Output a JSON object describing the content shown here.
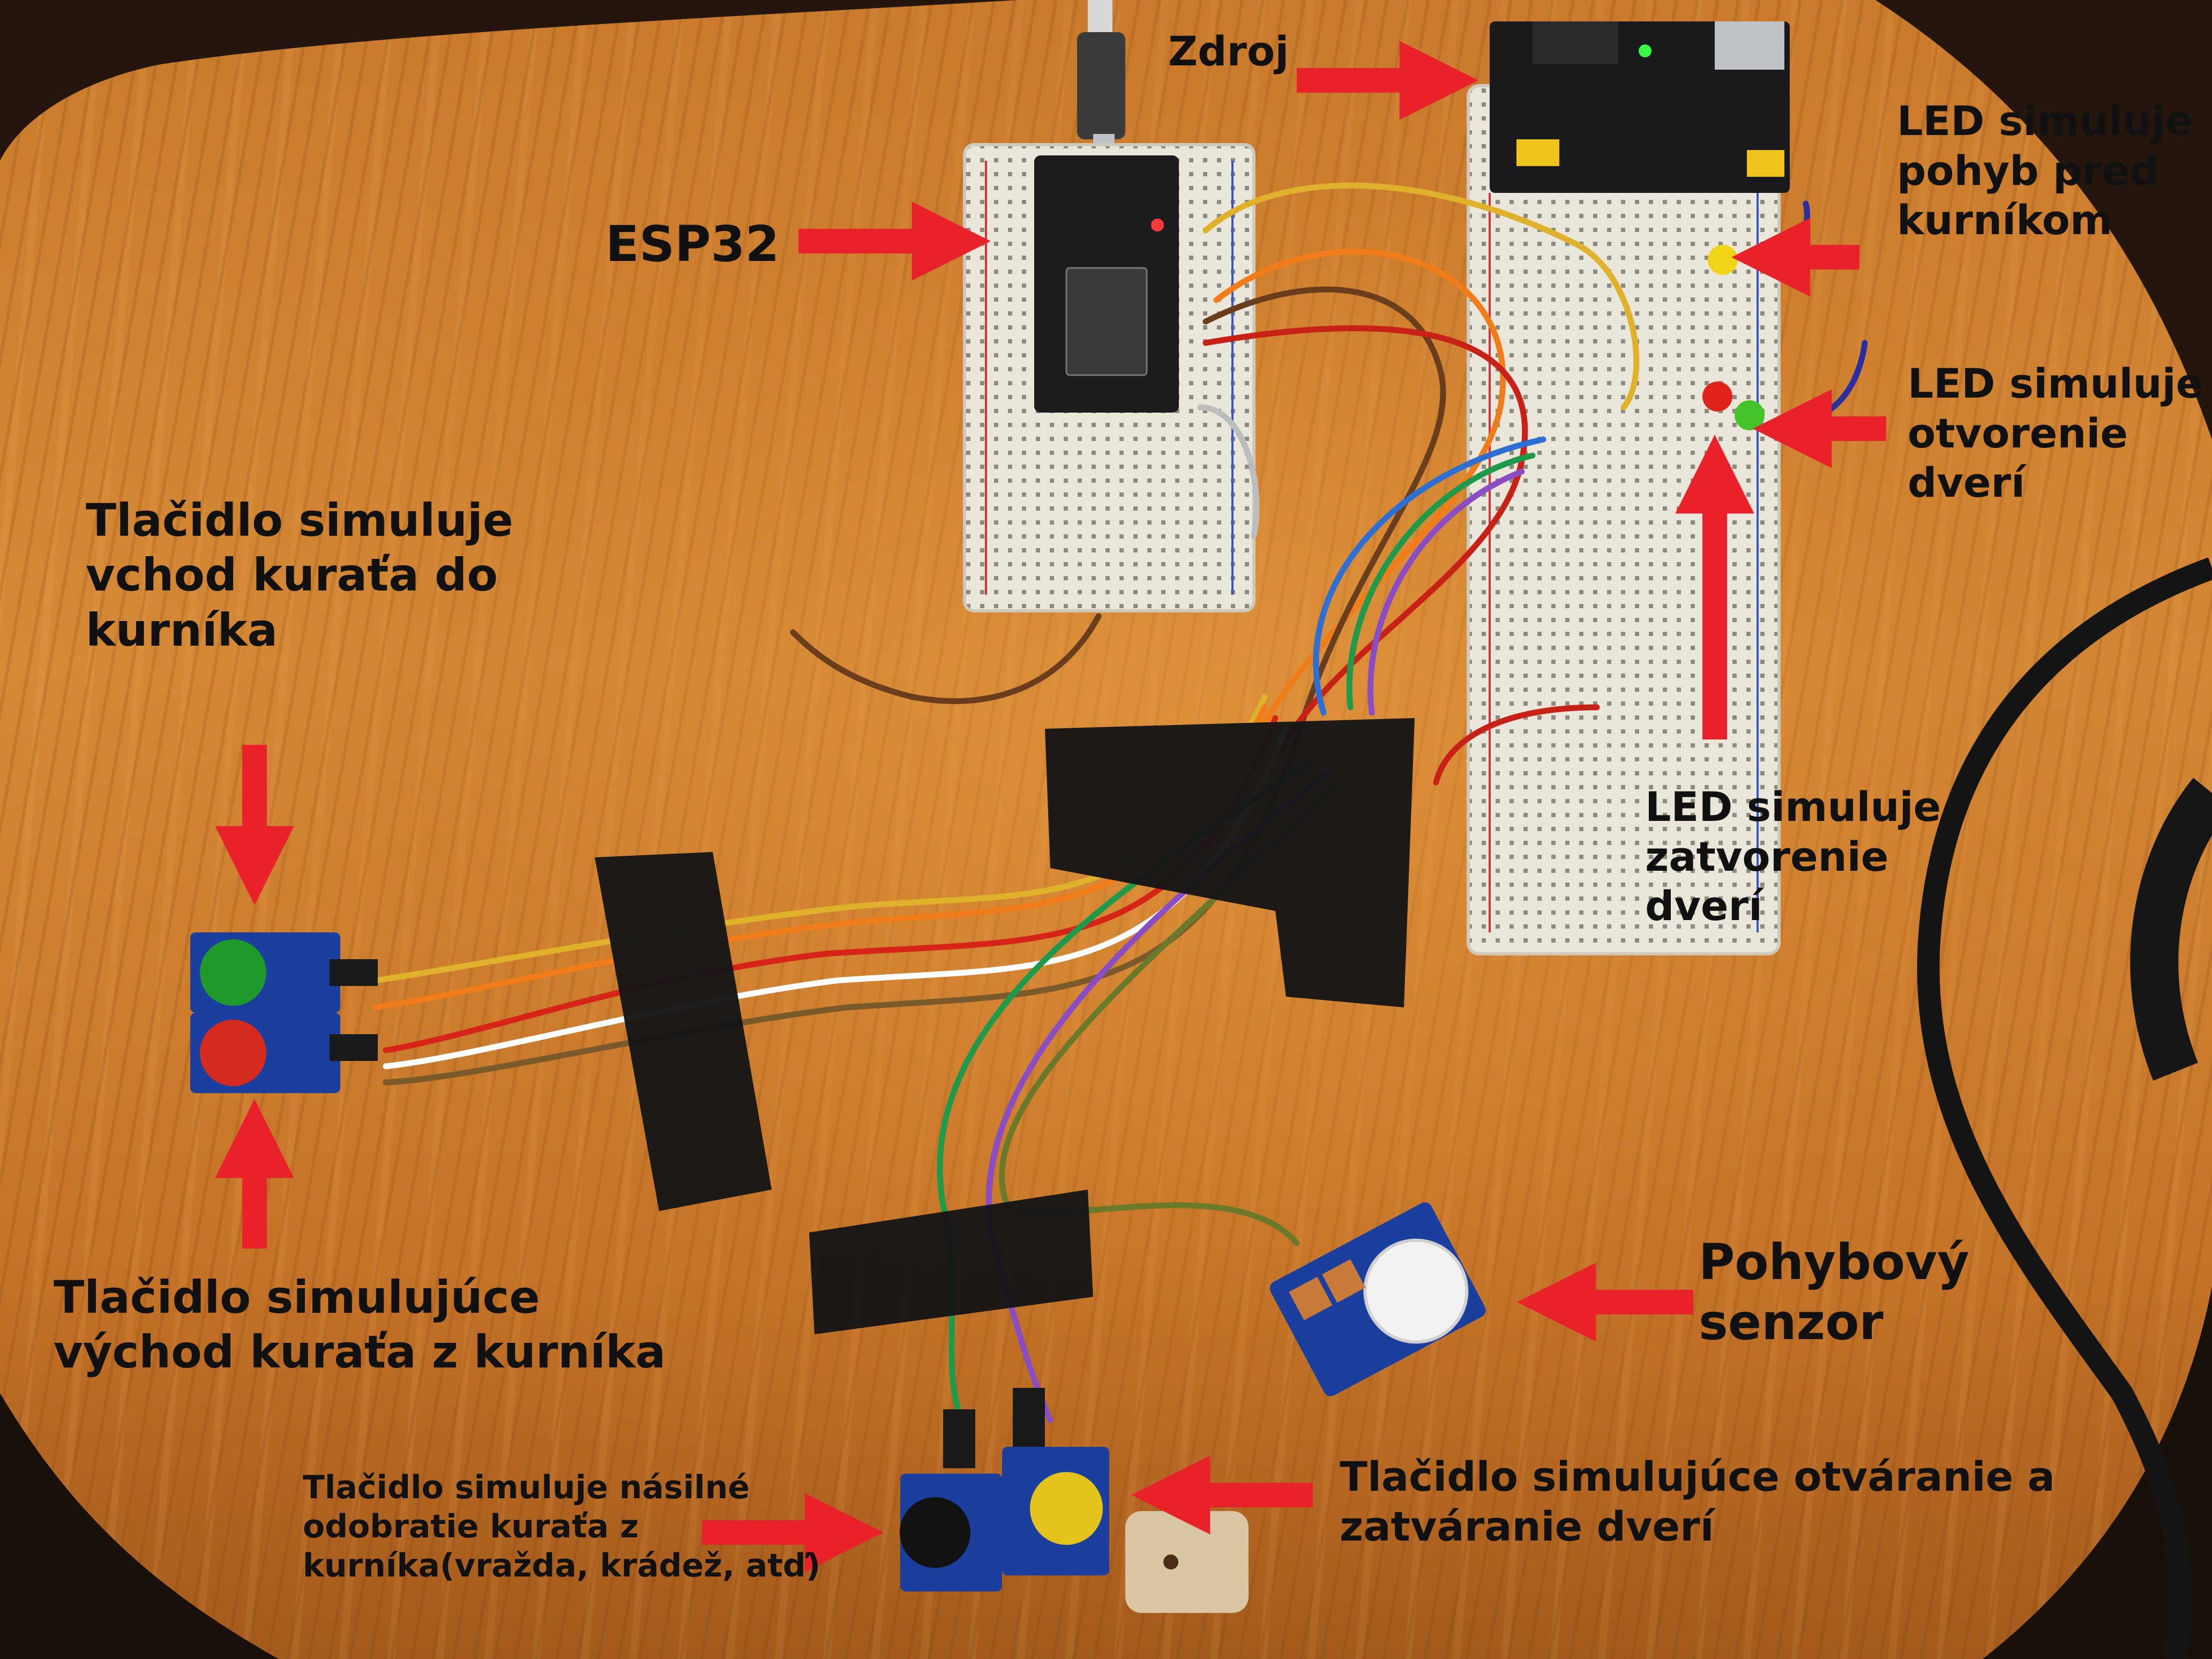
{
  "labels": {
    "zdroj": "Zdroj",
    "esp32": "ESP32",
    "led_motion": "LED simuluje\npohyb pred\nkurníkom",
    "led_open": "LED simuluje\notvorenie\ndverí",
    "led_close": "LED simuluje\nzatvorenie\ndverí",
    "button_entry": "Tlačidlo simuluje\nvchod kuraťa do\nkurníka",
    "button_exit": "Tlačidlo simulujúce\nvýchod kuraťa z kurníka",
    "motion_sensor": "Pohybový\nsenzor",
    "button_door": "Tlačidlo simulujúce otváranie a\nzatváranie dverí",
    "button_violent": "Tlačidlo simuluje násilné\n odobratie kuraťa z\nkurníka(vražda, krádež, atď)"
  },
  "colors": {
    "arrow": "#e8212a",
    "breadboard": "#e9e4d8",
    "board": "#1c1c1e",
    "tape": "#151516",
    "button_green": "#1f9a2a",
    "button_red": "#d42b1e",
    "button_yellow": "#e2c21b",
    "button_black": "#121212",
    "led_yellow": "#f2d417",
    "led_red": "#e0221a",
    "led_green": "#46c22b",
    "pcb_blue": "#1b3f9e"
  }
}
